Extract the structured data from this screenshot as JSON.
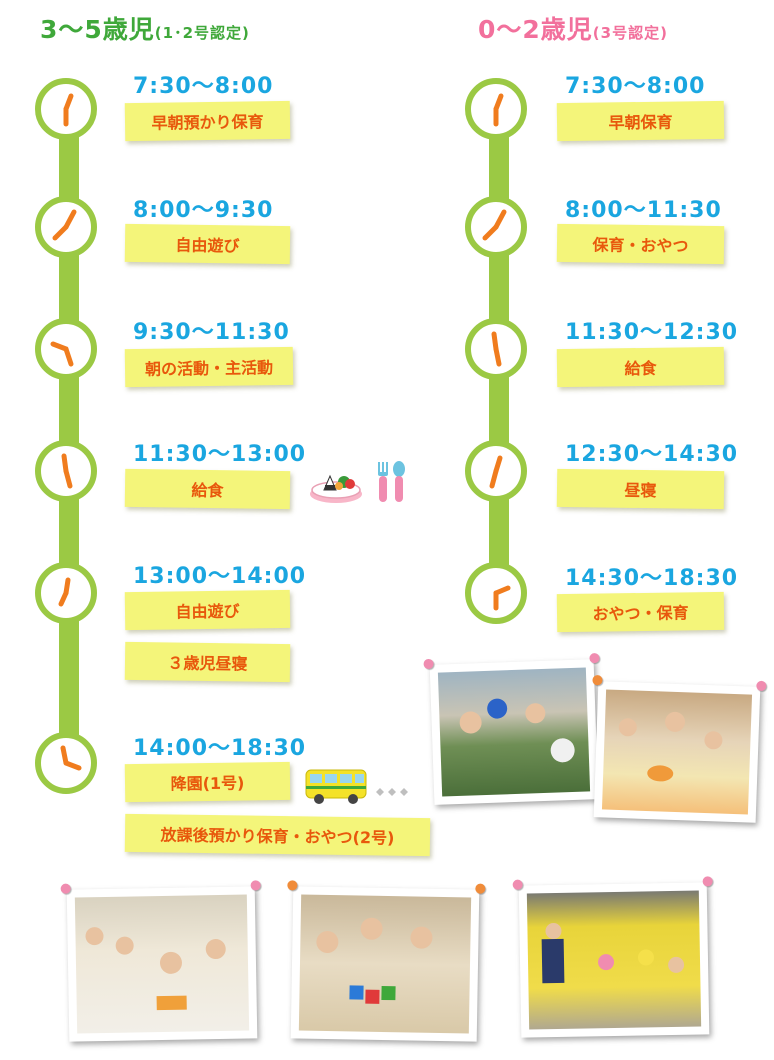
{
  "left": {
    "title_main": "3～5歳児",
    "title_sub": "(1･2号認定)",
    "items": [
      {
        "time": "7:30～8:00",
        "labels": [
          "早朝預かり保育"
        ]
      },
      {
        "time": "8:00～9:30",
        "labels": [
          "自由遊び"
        ]
      },
      {
        "time": "9:30～11:30",
        "labels": [
          "朝の活動・主活動"
        ]
      },
      {
        "time": "11:30～13:00",
        "labels": [
          "給食"
        ]
      },
      {
        "time": "13:00～14:00",
        "labels": [
          "自由遊び",
          "３歳児昼寝"
        ]
      },
      {
        "time": "14:00～18:30",
        "labels": [
          "降園(1号)",
          "放課後預かり保育・おやつ(2号)"
        ]
      }
    ]
  },
  "right": {
    "title_main": "0～2歳児",
    "title_sub": "(3号認定)",
    "items": [
      {
        "time": "7:30～8:00",
        "labels": [
          "早朝保育"
        ]
      },
      {
        "time": "8:00～11:30",
        "labels": [
          "保育・おやつ"
        ]
      },
      {
        "time": "11:30～12:30",
        "labels": [
          "給食"
        ]
      },
      {
        "time": "12:30～14:30",
        "labels": [
          "昼寝"
        ]
      },
      {
        "time": "14:30～18:30",
        "labels": [
          "おやつ・保育"
        ]
      }
    ]
  },
  "icons": {
    "clock": "clock-icon",
    "lunch": "lunch-plate-icon",
    "cutlery": "fork-spoon-icon",
    "bus": "school-bus-icon",
    "pin": "pushpin-icon"
  },
  "colors": {
    "rail_green": "#9bc944",
    "time_blue": "#1aa6e0",
    "label_orange": "#e8580c",
    "note_yellow": "#f4f57a",
    "title_green": "#3fa83a",
    "title_pink": "#f2709c",
    "clock_hand": "#f07c1e"
  }
}
